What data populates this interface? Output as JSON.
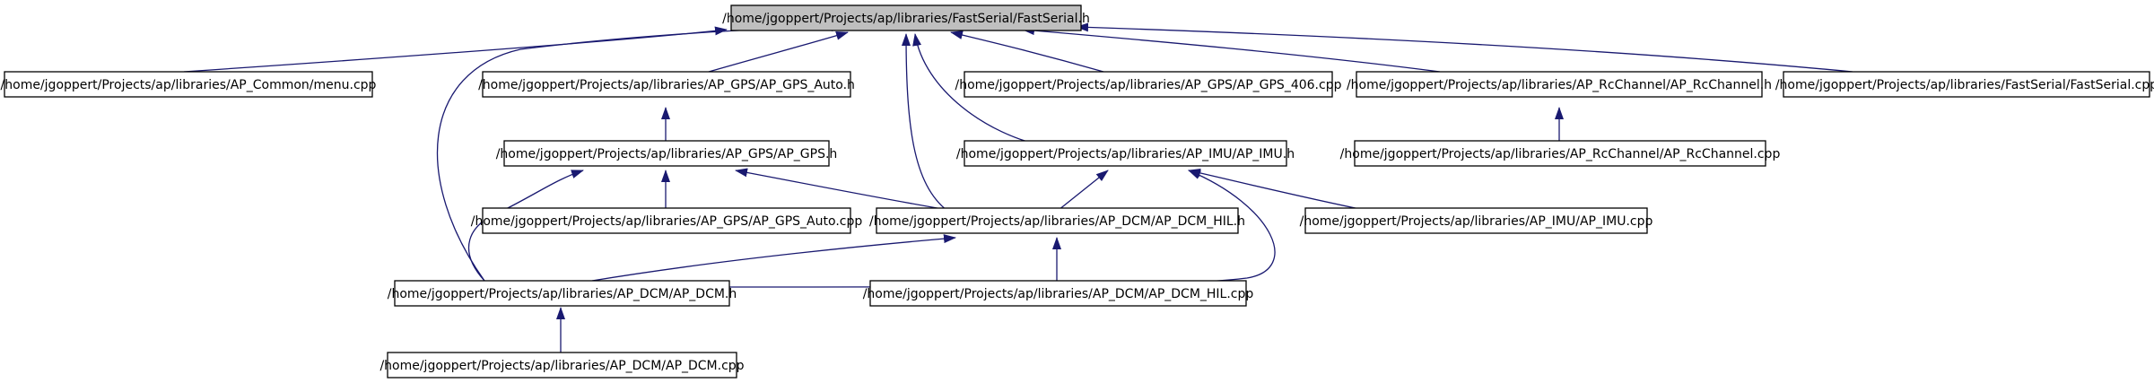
{
  "colors": {
    "edge": "#191970",
    "node_border": "#000000",
    "node_fill": "#ffffff",
    "root_fill": "#bfbfbf",
    "text": "#000000"
  },
  "nodes": {
    "fastserial_h": "/home/jgoppert/Projects/ap/libraries/FastSerial/FastSerial.h",
    "menu_cpp": "/home/jgoppert/Projects/ap/libraries/AP_Common/menu.cpp",
    "gps_auto_h": "/home/jgoppert/Projects/ap/libraries/AP_GPS/AP_GPS_Auto.h",
    "gps_406_cpp": "/home/jgoppert/Projects/ap/libraries/AP_GPS/AP_GPS_406.cpp",
    "rcchannel_h": "/home/jgoppert/Projects/ap/libraries/AP_RcChannel/AP_RcChannel.h",
    "fastserial_cpp": "/home/jgoppert/Projects/ap/libraries/FastSerial/FastSerial.cpp",
    "gps_h": "/home/jgoppert/Projects/ap/libraries/AP_GPS/AP_GPS.h",
    "imu_h": "/home/jgoppert/Projects/ap/libraries/AP_IMU/AP_IMU.h",
    "rcchannel_cpp": "/home/jgoppert/Projects/ap/libraries/AP_RcChannel/AP_RcChannel.cpp",
    "gps_auto_cpp": "/home/jgoppert/Projects/ap/libraries/AP_GPS/AP_GPS_Auto.cpp",
    "dcm_hil_h": "/home/jgoppert/Projects/ap/libraries/AP_DCM/AP_DCM_HIL.h",
    "imu_cpp": "/home/jgoppert/Projects/ap/libraries/AP_IMU/AP_IMU.cpp",
    "dcm_h": "/home/jgoppert/Projects/ap/libraries/AP_DCM/AP_DCM.h",
    "dcm_hil_cpp": "/home/jgoppert/Projects/ap/libraries/AP_DCM/AP_DCM_HIL.cpp",
    "dcm_cpp": "/home/jgoppert/Projects/ap/libraries/AP_DCM/AP_DCM.cpp"
  }
}
